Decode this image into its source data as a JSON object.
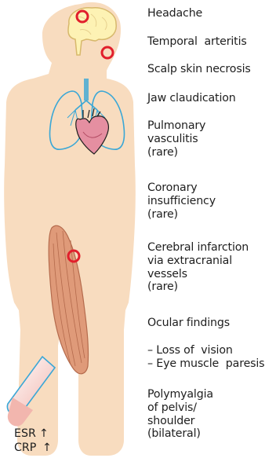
{
  "colors": {
    "body_fill": "#f8dcbf",
    "brain_fill": "#fdf2b4",
    "brain_stroke": "#d7b86c",
    "lung_stroke": "#3aa7d6",
    "heart_fill": "#e58fa1",
    "muscle_fill": "#df9a79",
    "marker_red": "#e11f2c"
  },
  "labels": [
    {
      "id": "headache",
      "text": "Headache"
    },
    {
      "id": "temporal-arteritis",
      "text": "Temporal  arteritis"
    },
    {
      "id": "scalp-skin-necrosis",
      "text": "Scalp skin necrosis"
    },
    {
      "id": "jaw-claudication",
      "text": "Jaw claudication"
    },
    {
      "id": "pulmonary-vasculitis",
      "text": "Pulmonary\nvasculitis\n(rare)"
    },
    {
      "id": "coronary-insufficiency",
      "text": "Coronary\ninsufficiency\n(rare)"
    },
    {
      "id": "cerebral-infarction",
      "text": "Cerebral infarction\nvia extracranial\nvessels\n(rare)"
    },
    {
      "id": "ocular-findings",
      "text": "Ocular findings"
    },
    {
      "id": "ocular-details",
      "text": "– Loss of  vision\n– Eye muscle  paresis"
    },
    {
      "id": "polymyalgia",
      "text": "Polymyalgia\nof pelvis/\nshoulder\n(bilateral)"
    }
  ],
  "lab": {
    "esr": "ESR",
    "crp": "CRP",
    "esr_arrow": "↑",
    "crp_arrow": "↑"
  },
  "icons": [
    "brain-icon",
    "lungs-icon",
    "heart-icon",
    "thigh-muscle-icon",
    "test-tube-icon",
    "red-ring-marker-icon"
  ]
}
